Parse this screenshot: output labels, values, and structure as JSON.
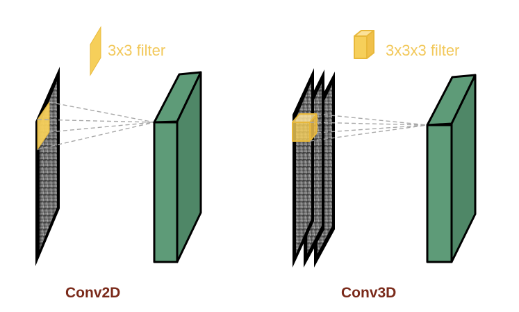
{
  "colors": {
    "filter_fill": "#f6cf5a",
    "filter_stroke": "#e8b83a",
    "filter_text": "#f2c85a",
    "output_fill": "#5e9b78",
    "output_side": "#4f8767",
    "output_stroke": "#000000",
    "section_text": "#7a2a1a",
    "dash": "#a8a8a8",
    "slice_dark": "#2a2a2a",
    "slice_light": "#8c8c8c"
  },
  "conv2d": {
    "filter_label": "3x3 filter",
    "section_label": "Conv2D"
  },
  "conv3d": {
    "filter_label": "3x3x3 filter",
    "section_label": "Conv3D"
  }
}
